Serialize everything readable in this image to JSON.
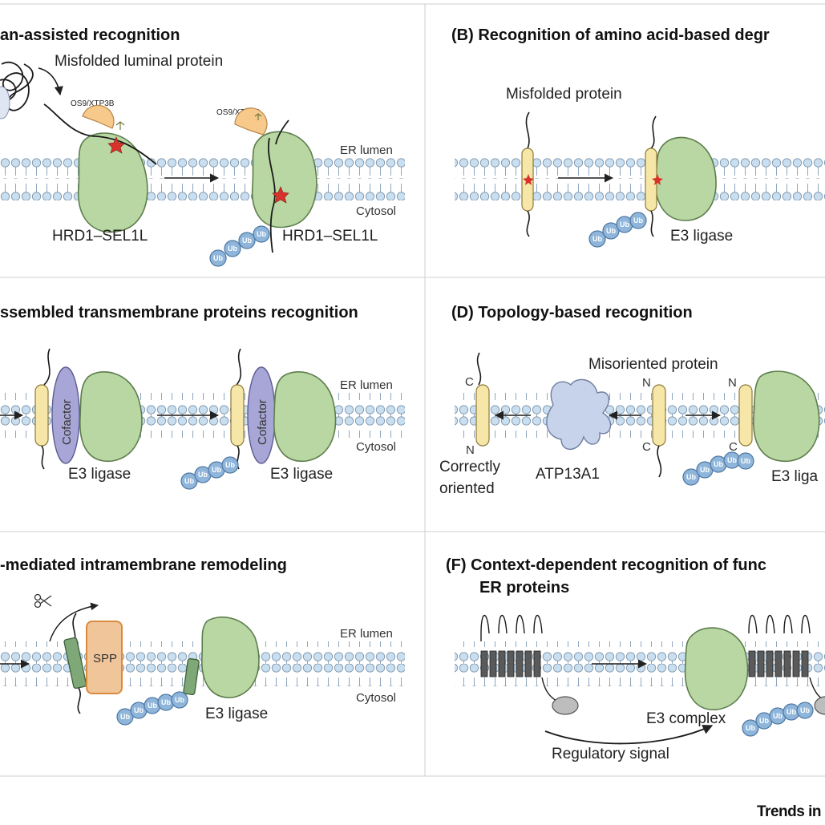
{
  "panels": {
    "A": {
      "title": "an-assisted recognition",
      "misfolded_label": "Misfolded luminal protein",
      "lectin_label_1": "OS9/XTP3B",
      "lectin_label_2": "OS9/XTP3B",
      "lumen": "ER lumen",
      "cytosol": "Cytosol",
      "complex_label_1": "HRD1–SEL1L",
      "complex_label_2": "HRD1–SEL1L"
    },
    "B": {
      "title": "(B) Recognition of amino acid-based degr",
      "misfolded_label": "Misfolded protein",
      "ligase_label": "E3 ligase"
    },
    "C": {
      "title": "ssembled transmembrane proteins recognition",
      "cofactor_1": "Cofactor",
      "cofactor_2": "Cofactor",
      "lumen": "ER lumen",
      "cytosol": "Cytosol",
      "ligase_label_1": "E3 ligase",
      "ligase_label_2": "E3 ligase"
    },
    "D": {
      "title": "(D) Topology-based recognition",
      "misoriented_label": "Misoriented protein",
      "correct_label_1": "Correctly",
      "correct_label_2": "oriented",
      "atp_label": "ATP13A1",
      "ligase_label": "E3 liga",
      "c1": "C",
      "n1": "N",
      "n2": "N",
      "c2": "C",
      "n3": "N",
      "c3": "C"
    },
    "E": {
      "title": "-mediated intramembrane remodeling",
      "spp_label": "SPP",
      "lumen": "ER lumen",
      "cytosol": "Cytosol",
      "ligase_label": "E3 ligase"
    },
    "F": {
      "title_1": "(F) Context-dependent recognition of func",
      "title_2": "ER proteins",
      "complex_label": "E3 complex",
      "signal_label": "Regulatory signal"
    }
  },
  "ub_label": "Ub",
  "footer": "Trends in",
  "colors": {
    "ligase_green": "#b9d7a3",
    "lipid_blue": "#c9dff0",
    "lectin_orange": "#f7c98a",
    "cofactor_purple": "#a8a6d6",
    "spp_orange": "#f1c59a",
    "tm_yellow": "#f6e7a8",
    "ub_blue": "#8fb6da",
    "atp_lavender": "#c7d3ea",
    "degron_red": "#d8322a"
  }
}
